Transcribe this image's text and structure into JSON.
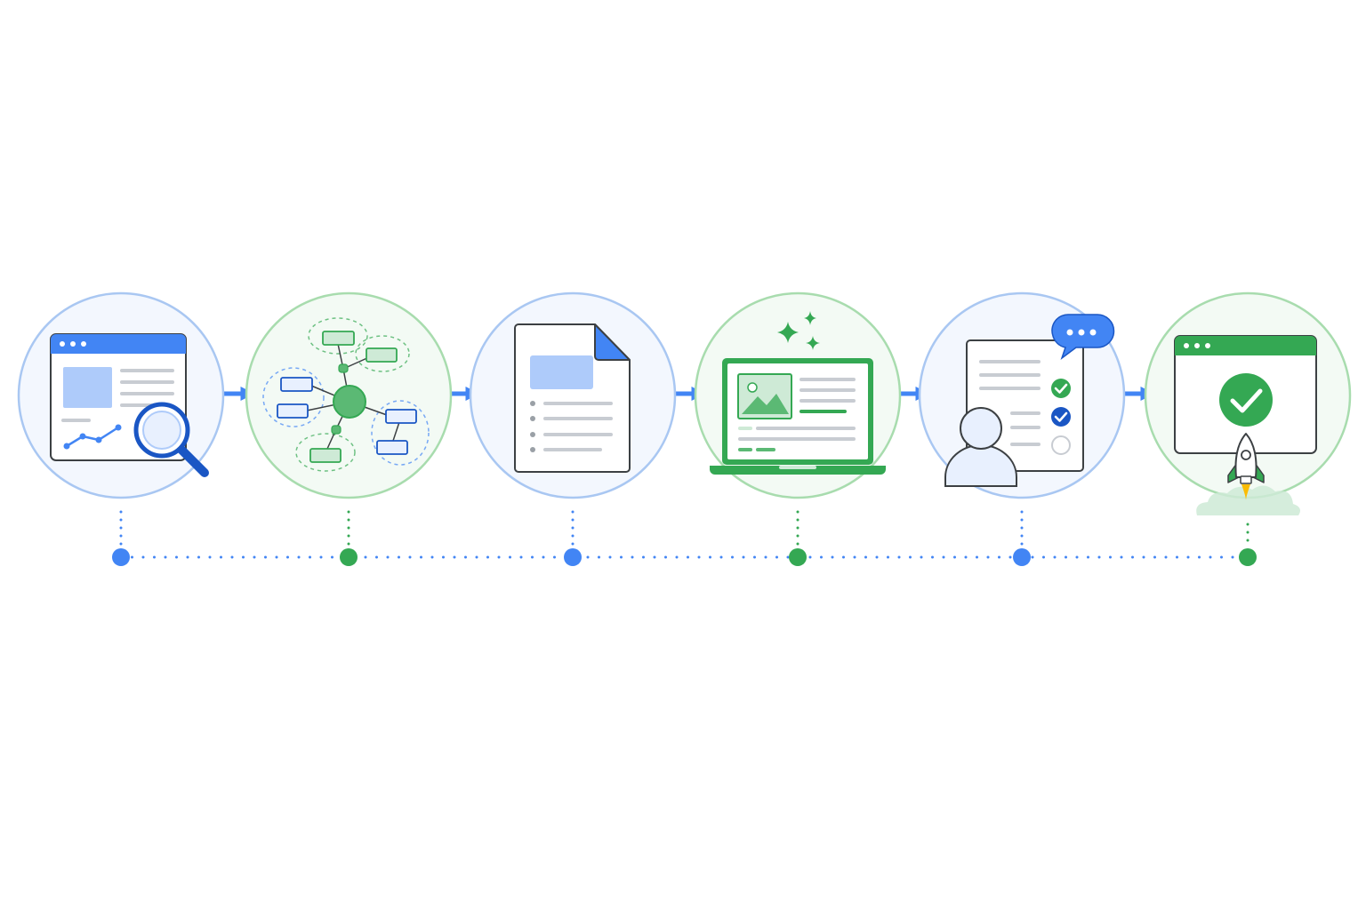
{
  "colors": {
    "blue": "#4285f4",
    "blue_dark": "#1a56c4",
    "blue_ring": "#a9c7f2",
    "blue_fill": "#f3f7fe",
    "blue_light": "#aecbfa",
    "blue_pale": "#e8f0fe",
    "green": "#34a853",
    "green_ring": "#a8dcae",
    "green_fill": "#f3faf4",
    "green_light": "#ceead6",
    "green_node": "#5bb974",
    "gray_line": "#c8ccd2",
    "gray_dot": "#9aa0a6",
    "outline": "#3c4043",
    "flame": "#fbbc04"
  },
  "stages": [
    {
      "name": "research",
      "theme": "blue",
      "icon": "browser-search-icon"
    },
    {
      "name": "structure",
      "theme": "green",
      "icon": "mind-map-icon"
    },
    {
      "name": "content",
      "theme": "blue",
      "icon": "document-icon"
    },
    {
      "name": "design",
      "theme": "green",
      "icon": "laptop-design-icon"
    },
    {
      "name": "review",
      "theme": "blue",
      "icon": "review-checklist-icon"
    },
    {
      "name": "launch",
      "theme": "green",
      "icon": "launch-rocket-icon"
    }
  ]
}
